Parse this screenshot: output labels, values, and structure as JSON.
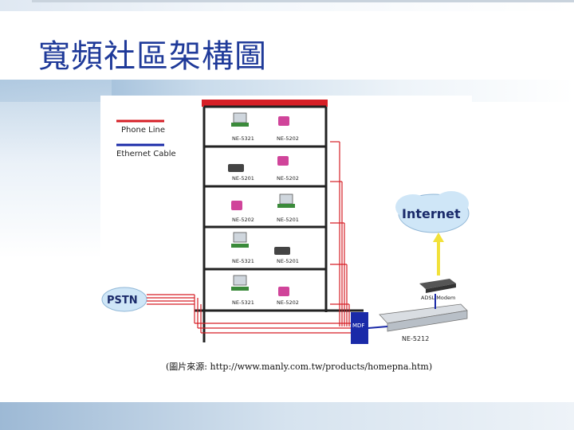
{
  "title": "寬頻社區架構圖",
  "caption": "(圖片來源: http://www.manly.com.tw/products/homepna.htm)",
  "diagram": {
    "legend": {
      "phone_line": "Phone Line",
      "ethernet_cable": "Ethernet Cable"
    },
    "floors": [
      {
        "left_label": "NE-5321",
        "right_label": "NE-5202"
      },
      {
        "left_label": "NE-5201",
        "right_label": "NE-5202"
      },
      {
        "left_label": "NE-5202",
        "right_label": "NE-5201"
      },
      {
        "left_label": "NE-5321",
        "right_label": "NE-5201"
      },
      {
        "left_label": "NE-5321",
        "right_label": "NE-5202"
      }
    ],
    "pstn_label": "PSTN",
    "internet_label": "Internet",
    "modem_label": "ADSL Modem",
    "mdf_label": "MDF",
    "switch_label": "NE-5212",
    "colors": {
      "phone_line": "#d61f26",
      "ethernet": "#1a2aa8",
      "building": "#222222",
      "cloud": "#cfe6f7",
      "arrow": "#f2e13a"
    }
  }
}
